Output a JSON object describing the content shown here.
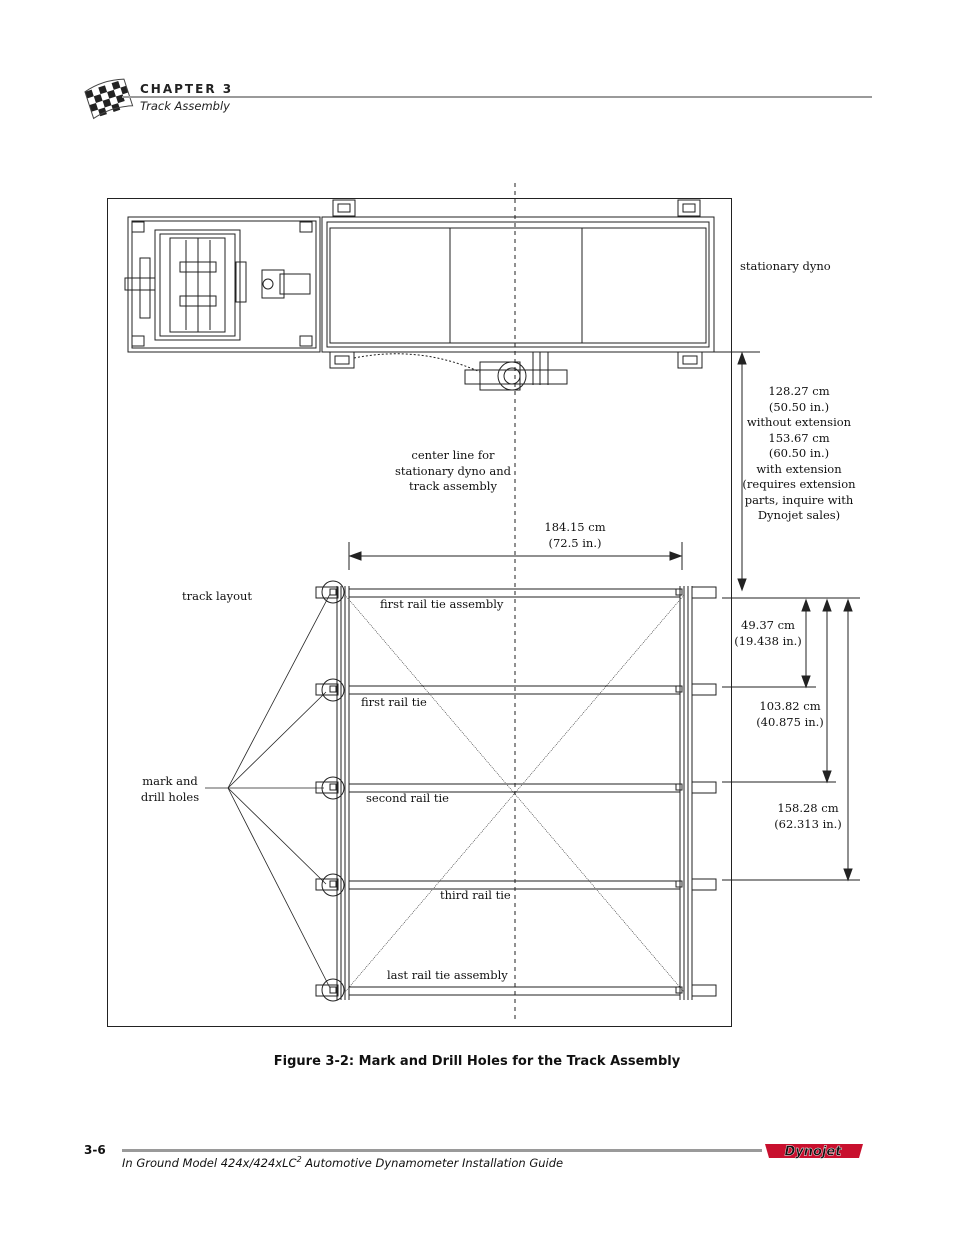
{
  "header": {
    "chapter": "CHAPTER 3",
    "section": "Track Assembly"
  },
  "figure": {
    "caption": "Figure 3-2: Mark and Drill Holes for the Track Assembly",
    "labels": {
      "stationary_dyno": "stationary dyno",
      "center_line": [
        "center line for",
        "stationary dyno and",
        "track assembly"
      ],
      "offset_dim": [
        "128.27 cm",
        "(50.50 in.)",
        "without extension",
        "153.67 cm",
        "(60.50 in.)",
        "with extension",
        "(requires extension",
        "parts, inquire with",
        "Dynojet sales)"
      ],
      "width_dim": [
        "184.15 cm",
        "(72.5 in.)"
      ],
      "track_layout": "track layout",
      "first_rail_tie_assembly": "first rail tie assembly",
      "first_rail_tie": "first rail tie",
      "second_rail_tie": "second rail tie",
      "third_rail_tie": "third rail tie",
      "last_rail_tie_assembly": "last rail tie assembly",
      "mark_and_drill": [
        "mark and",
        "drill holes"
      ],
      "dim_1": [
        "49.37 cm",
        "(19.438 in.)"
      ],
      "dim_2": [
        "103.82 cm",
        "(40.875 in.)"
      ],
      "dim_3": [
        "158.28 cm",
        "(62.313 in.)"
      ]
    }
  },
  "footer": {
    "page_number": "3-6",
    "title_main": "In Ground Model 424x/424xLC",
    "title_sup": "2",
    "title_rest": " Automotive Dynamometer Installation Guide",
    "logo_text": "Dynojet"
  }
}
